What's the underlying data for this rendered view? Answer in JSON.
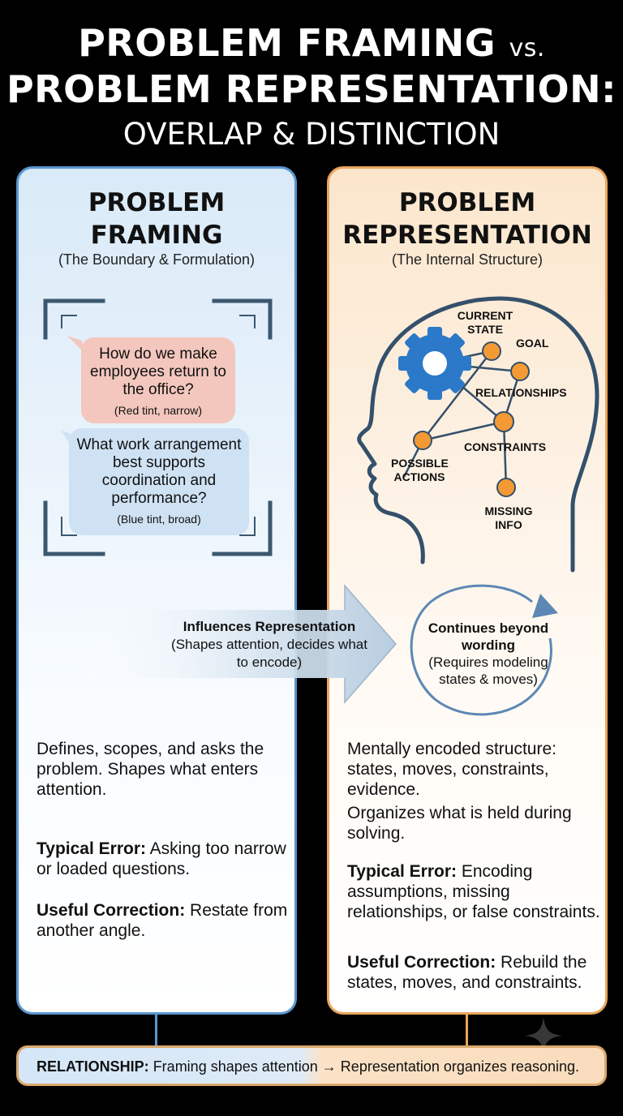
{
  "title": {
    "line1_main": "PROBLEM FRAMING",
    "line1_vs": "vs.",
    "line2": "PROBLEM REPRESENTATION:",
    "subtitle": "OVERLAP & DISTINCTION"
  },
  "left": {
    "title_l1": "PROBLEM",
    "title_l2": "FRAMING",
    "subtitle": "(The Boundary & Formulation)",
    "question_narrow": "How do we make employees return to the office?",
    "question_narrow_note": "(Red tint, narrow)",
    "question_broad": "What work arrangement best supports coordination and performance?",
    "question_broad_note": "(Blue tint, broad)",
    "description": "Defines, scopes, and asks the problem. Shapes what enters attention.",
    "error_label": "Typical Error:",
    "error_text": "Asking too narrow or loaded questions.",
    "correction_label": "Useful Correction:",
    "correction_text": "Restate from another angle.",
    "color": "#5a95cf"
  },
  "right": {
    "title_l1": "PROBLEM",
    "title_l2": "REPRESENTATION",
    "subtitle": "(The Internal Structure)",
    "nodes": {
      "current_state": "CURRENT STATE",
      "goal": "GOAL",
      "relationships": "RELATIONSHIPS",
      "constraints": "CONSTRAINTS",
      "possible_actions": "POSSIBLE ACTIONS",
      "missing_info": "MISSING INFO"
    },
    "description1": "Mentally encoded structure: states, moves, constraints, evidence.",
    "description2": "Organizes what is held during solving.",
    "error_label": "Typical Error:",
    "error_text": "Encoding assumptions, missing relationships, or false constraints.",
    "correction_label": "Useful Correction:",
    "correction_text": "Rebuild the states, moves, and constraints.",
    "color": "#e9a55c"
  },
  "arrow": {
    "main": "Influences Representation",
    "detail": "(Shapes attention, decides what to encode)"
  },
  "cycle": {
    "main": "Continues beyond wording",
    "detail": "(Requires modeling states & moves)"
  },
  "relationship": {
    "label": "RELATIONSHIP:",
    "text": "Framing shapes attention → Representation organizes reasoning."
  },
  "icons": {
    "framing": "corner-bracket-frame-icon",
    "head": "head-profile-icon",
    "gear": "gear-icon",
    "arrow": "right-arrow-icon",
    "cycle": "cycle-arrow-icon",
    "sparkle": "sparkle-icon"
  }
}
